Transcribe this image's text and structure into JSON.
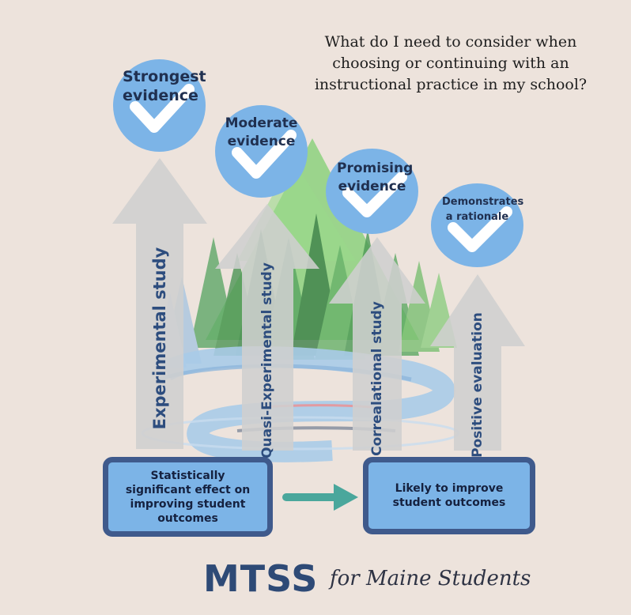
{
  "question": "What do I need to consider when choosing or continuing with an instructional practice in my school?",
  "tiers": [
    {
      "evidence": "Strongest evidence",
      "study": "Experimental study"
    },
    {
      "evidence": "Moderate evidence",
      "study": "Quasi-Experimental study"
    },
    {
      "evidence": "Promising evidence",
      "study": "Correalational study"
    },
    {
      "evidence": "Demonstrates a rationale",
      "study": "Positive evaluation"
    }
  ],
  "outcome_boxes": {
    "left": "Statistically significant effect on improving student outcomes",
    "right": "Likely to improve student outcomes"
  },
  "logo": {
    "main": "MTSS",
    "sub": "for Maine Students"
  },
  "colors": {
    "background": "#ede3dc",
    "circle": "#7cb4e7",
    "arrow": "#cfcfcf",
    "box_border": "#3f5a8c",
    "label": "#2d4d7e",
    "connector_arrow": "#4aa79c"
  }
}
